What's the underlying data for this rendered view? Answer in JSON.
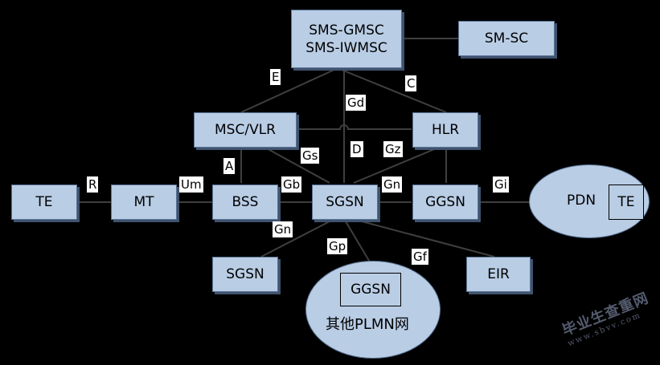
{
  "nodes": {
    "sms_gmsc": {
      "line1": "SMS-GMSC",
      "line2": "SMS-IWMSC"
    },
    "sm_sc": "SM-SC",
    "msc_vlr": "MSC/VLR",
    "hlr": "HLR",
    "te_left": "TE",
    "mt": "MT",
    "bss": "BSS",
    "sgsn_main": "SGSN",
    "ggsn_main": "GGSN",
    "sgsn_other": "SGSN",
    "eir": "EIR",
    "pdn": {
      "label": "PDN",
      "te": "TE"
    },
    "other_plmn": {
      "ggsn": "GGSN",
      "label": "其他PLMN网"
    }
  },
  "interfaces": {
    "E": "E",
    "C": "C",
    "Gd": "Gd",
    "D": "D",
    "Gs": "Gs",
    "Gz": "Gz",
    "A": "A",
    "R": "R",
    "Um": "Um",
    "Gb": "Gb",
    "Gn_top": "Gn",
    "Gi": "Gi",
    "Gn_bottom": "Gn",
    "Gp": "Gp",
    "Gf": "Gf"
  },
  "colors": {
    "node_fill": "#b9cde5",
    "line": "#3f3f3f",
    "background": "#000000"
  },
  "watermark": {
    "title": "毕业生查重网",
    "url": "www.sbvv.com"
  }
}
